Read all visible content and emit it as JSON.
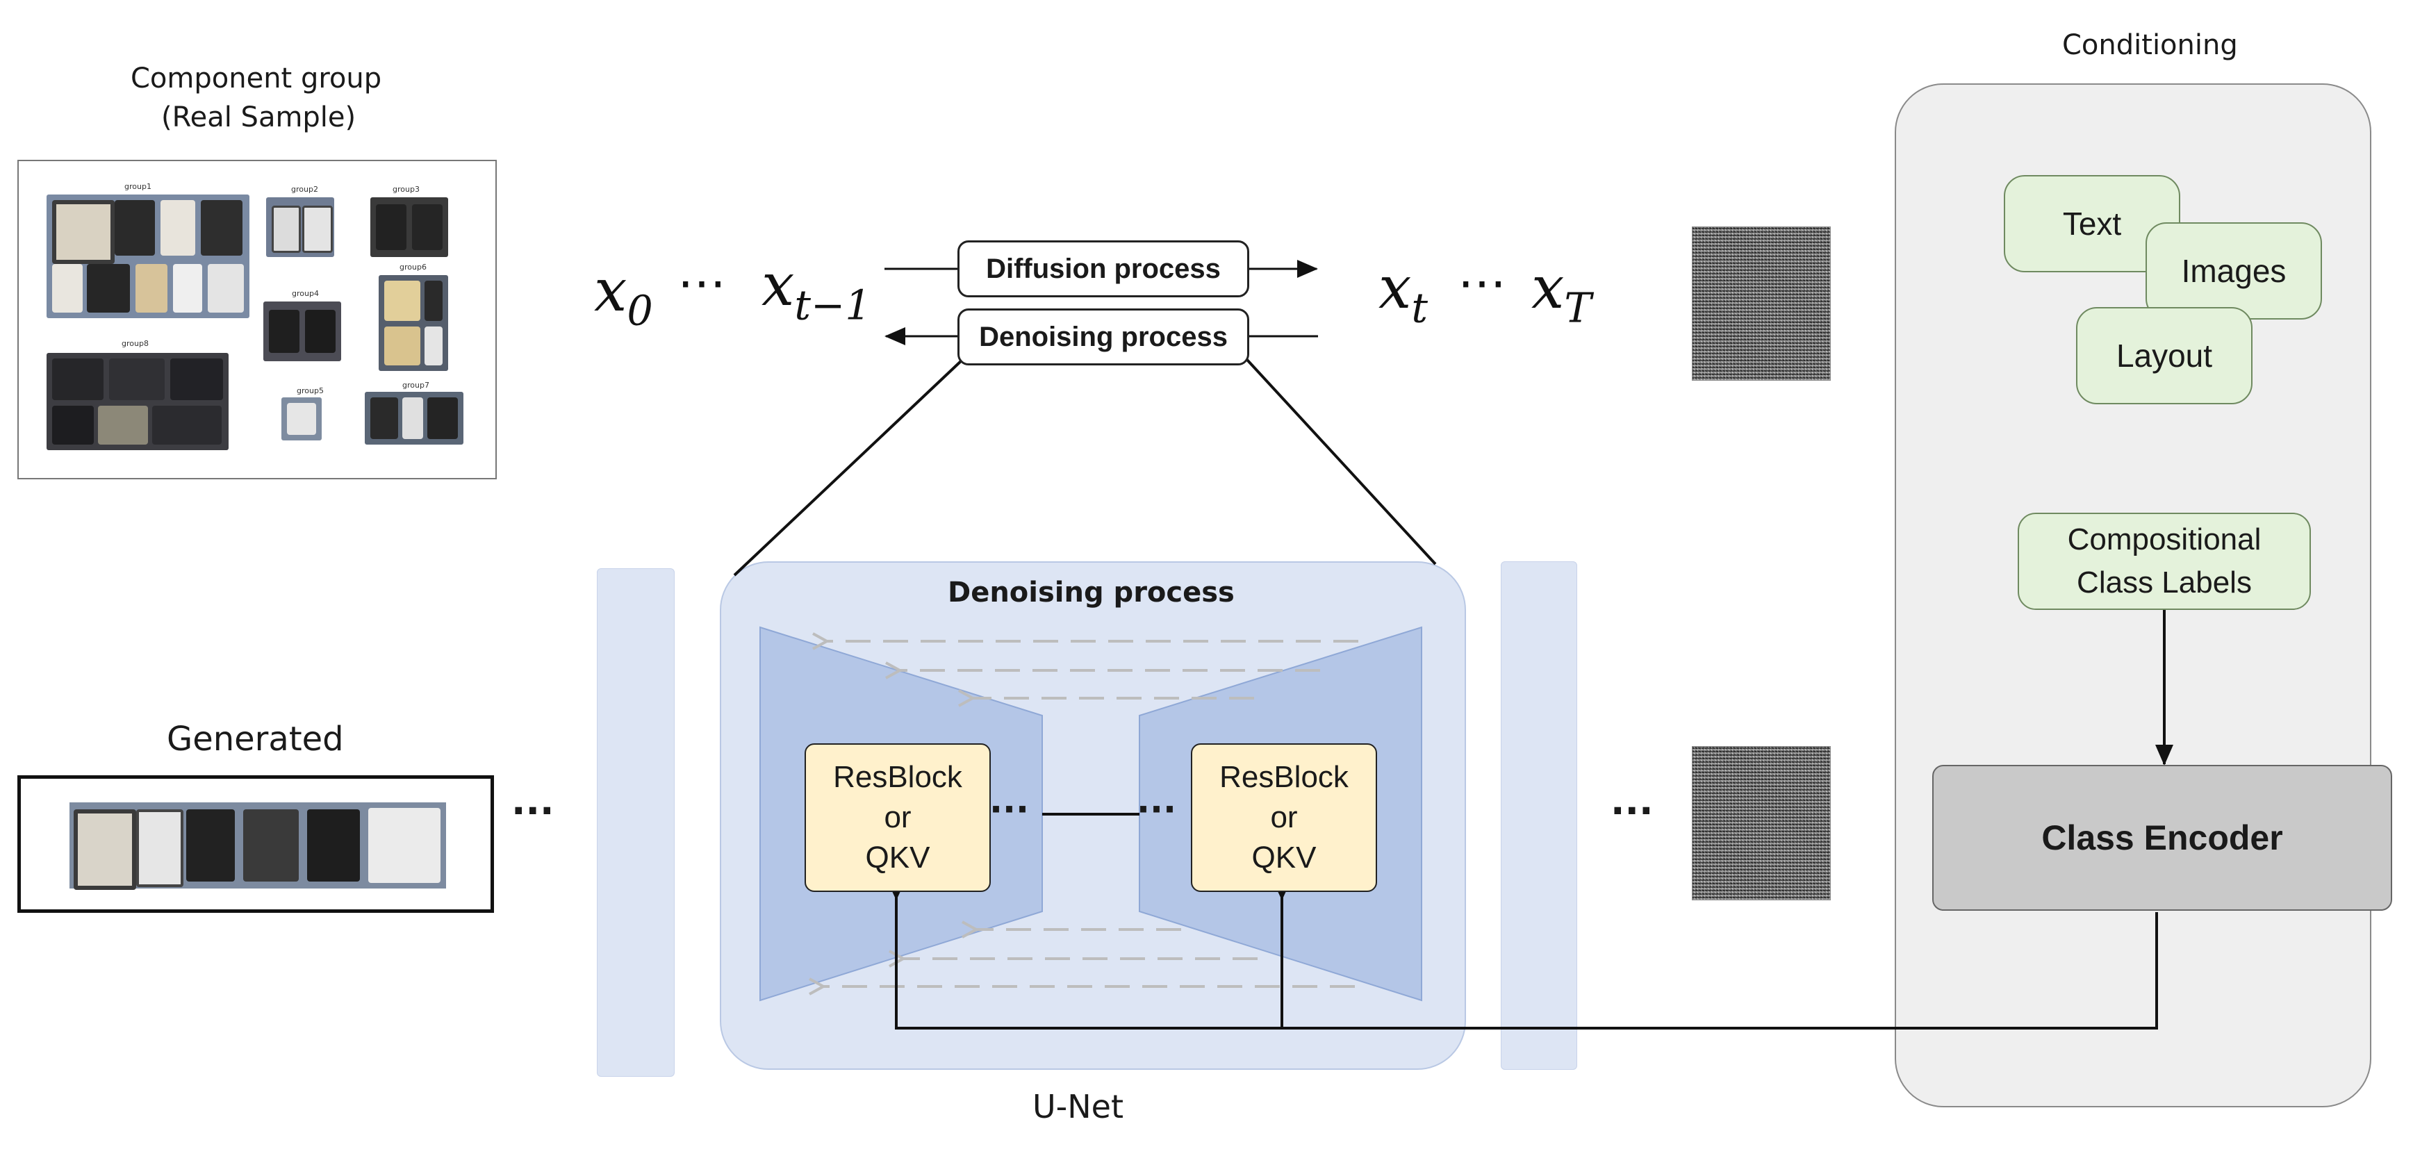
{
  "sample": {
    "title_line1": "Component group",
    "title_line2": "(Real Sample)",
    "groups": [
      "group1",
      "group2",
      "group3",
      "group4",
      "group6",
      "group8",
      "group5",
      "group7"
    ]
  },
  "generated": {
    "label": "Generated"
  },
  "chain": {
    "left": {
      "x0": "x",
      "x0_sub": "0",
      "ellipsis": "⋯",
      "xt1": "x",
      "xt1_sub": "t−1"
    },
    "right": {
      "xt": "x",
      "xt_sub": "t",
      "ellipsis": "⋯",
      "xT": "x",
      "xT_sub": "T"
    }
  },
  "process": {
    "diffusion": "Diffusion process",
    "denoising": "Denoising process"
  },
  "unet": {
    "title": "Denoising process",
    "label": "U-Net",
    "left_block": {
      "line1": "ResBlock",
      "line2": "or",
      "line3": "QKV"
    },
    "right_block": {
      "line1": "ResBlock",
      "line2": "or",
      "line3": "QKV"
    },
    "dots": "···"
  },
  "ellipses": {
    "dots": "···"
  },
  "conditioning": {
    "title": "Conditioning",
    "text": "Text",
    "images": "Images",
    "layout": "Layout",
    "labels_line1": "Compositional",
    "labels_line2": "Class Labels",
    "encoder": "Class Encoder"
  },
  "colors": {
    "panel_blue": "#dde5f4",
    "trapezoid_blue": "#b4c6e7",
    "resblock_fill": "#fff1cc",
    "cond_green": "#e4f2db",
    "cond_panel": "#efefef",
    "encoder_fill": "#c9c9c9"
  }
}
